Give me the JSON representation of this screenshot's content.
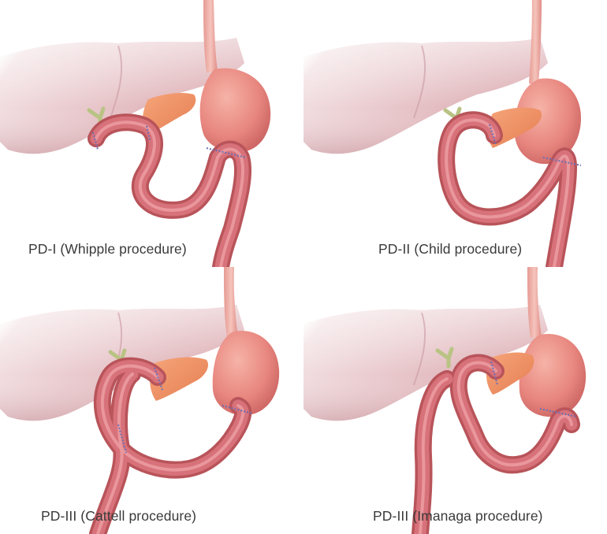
{
  "panels": [
    {
      "id": "pd1",
      "caption": "PD-I (Whipple procedure)"
    },
    {
      "id": "pd2",
      "caption": "PD-II (Child procedure)"
    },
    {
      "id": "pd3",
      "caption": "PD-III (Cattell procedure)"
    },
    {
      "id": "pd4",
      "caption": "PD-III (Imanaga procedure)"
    }
  ],
  "colors": {
    "liver_base": "#ddaeb4",
    "liver_light": "#f7eaec",
    "stomach": "#e8877f",
    "intestine": "#cf6468",
    "pancreas": "#ef8e62",
    "bile_duct": "#b9c384",
    "suture": "#6a6fb6"
  }
}
